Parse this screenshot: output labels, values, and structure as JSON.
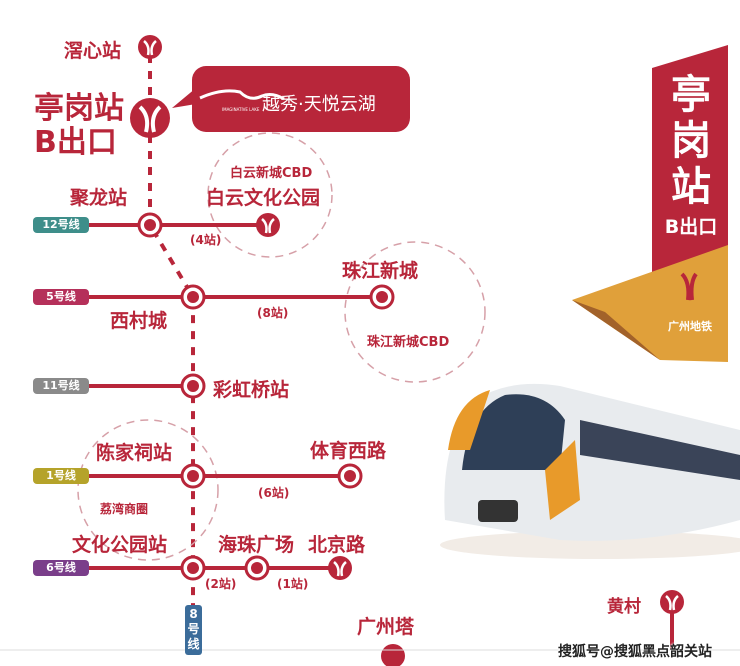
{
  "colors": {
    "red": "#b8263a",
    "line12": "#3e8e8a",
    "line5": "#b5305a",
    "line11": "#8a8a8a",
    "line1": "#b5a32a",
    "line6": "#7a3e8a",
    "line8": "#3b6c9a",
    "orange": "#e0a03a"
  },
  "stations": {
    "jiaoxin": "滘心站",
    "tinggang_name": "亭岗站",
    "tinggang_exit": "B出口",
    "julong": "聚龙站",
    "baiyun_park": "白云文化公园",
    "xicuncheng": "西村城",
    "zhujiang": "珠江新城",
    "caihongqiao": "彩虹桥站",
    "chenjiaci": "陈家祠站",
    "tiyuxilu": "体育西路",
    "wenhuagongyuan": "文化公园站",
    "haizhu": "海珠广场",
    "beijinglu": "北京路",
    "guangzhouta": "广州塔",
    "huangcun": "黄村"
  },
  "areas": {
    "baiyun_cbd": "白云新城CBD",
    "zhujiang_cbd": "珠江新城CBD",
    "liwan": "荔湾商圈"
  },
  "counts": {
    "l12": "(4站)",
    "l5": "(8站)",
    "l1": "(6站)",
    "l6a": "(2站)",
    "l6b": "(1站)"
  },
  "lines": {
    "l12": "12号线",
    "l5": "5号线",
    "l11": "11号线",
    "l1": "1号线",
    "l6": "6号线",
    "l8": "8号线"
  },
  "bubble": {
    "brand": "越秀·天悦云湖",
    "logo_text": "IMAGINATIVE LAKE"
  },
  "banner": {
    "station": "亭岗站",
    "exit": "B出口",
    "metro": "广州地铁"
  },
  "watermark": "搜狐号@搜狐黑点韶关站"
}
